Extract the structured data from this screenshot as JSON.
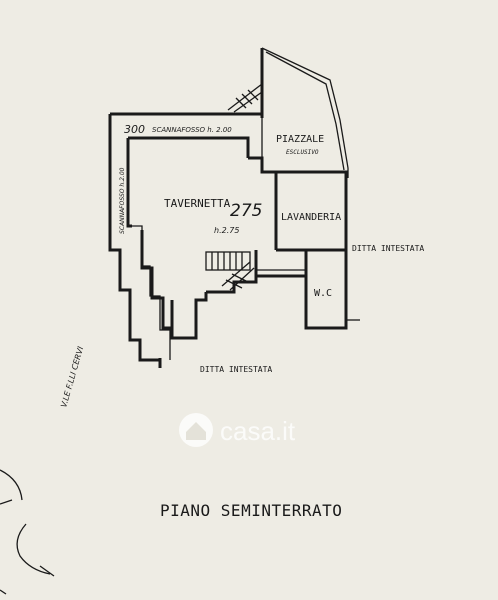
{
  "rooms": {
    "taverna": {
      "label": "TAVERNETTA",
      "area": "275",
      "height": "h.2.75"
    },
    "lavanderia": {
      "label": "LAVANDERIA"
    },
    "wc": {
      "label": "W.C"
    },
    "piazzale": {
      "label": "PIAZZALE",
      "sub": "ESCLUSIVO"
    }
  },
  "annotations": {
    "top_num": "300",
    "top_scannafosso": "SCANNAFOSSO  h. 2.00",
    "side_scannafosso": "SCANNAFOSSO  h.2.00",
    "ditta_right": "DITTA INTESTATA",
    "ditta_bottom": "DITTA INTESTATA",
    "street": "V.LE F.LLI CERVI",
    "floor_title": "PIANO SEMINTERRATO"
  },
  "watermark": {
    "text": "casa.it"
  }
}
